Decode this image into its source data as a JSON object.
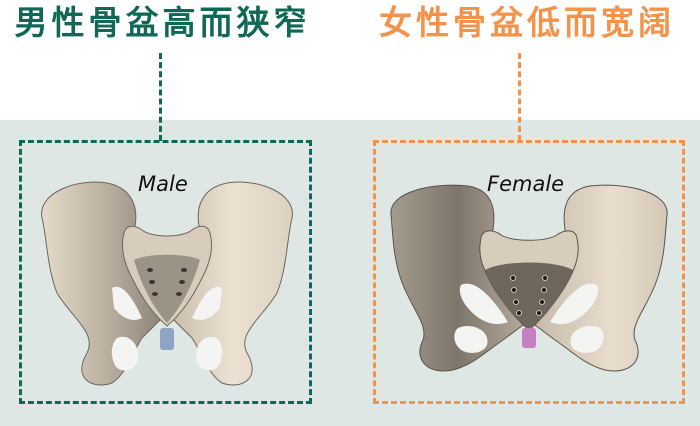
{
  "titles": {
    "male": "男性骨盆高而狭窄",
    "female": "女性骨盆低而宽阔"
  },
  "panels": {
    "male": {
      "label": "Male",
      "accent_color": "#106856",
      "pubic_symphysis_color": "#8fa3c4",
      "image": "male-pelvis-illustration"
    },
    "female": {
      "label": "Female",
      "accent_color": "#f4924a",
      "pubic_symphysis_color": "#c77fc4",
      "image": "female-pelvis-illustration"
    }
  },
  "colors": {
    "background_top": "#ffffff",
    "background_panel": "#dfe7e5",
    "bone_light": "#e8dccd",
    "bone_shadow": "#8a8178"
  }
}
